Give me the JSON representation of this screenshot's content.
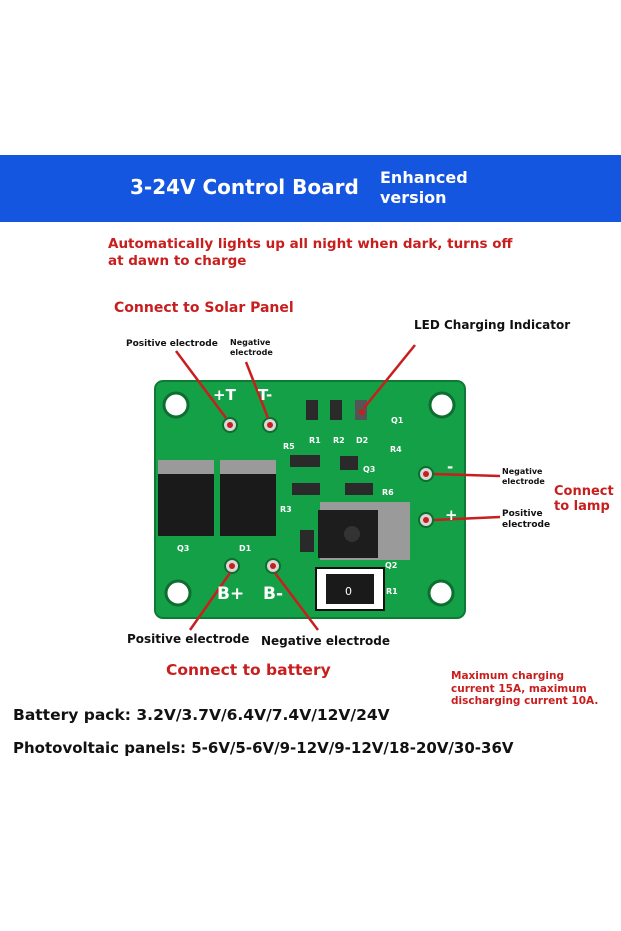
{
  "banner": {
    "title": "3-24V Control Board",
    "subtitle_line1": "Enhanced",
    "subtitle_line2": "version",
    "color": "#1556e0"
  },
  "description": "Automatically lights up all night when dark, turns off at dawn to charge",
  "solar": {
    "label": "Connect to Solar Panel",
    "positive": "Positive electrode",
    "negative_line1": "Negative",
    "negative_line2": "electrode"
  },
  "led_indicator": "LED Charging Indicator",
  "lamp": {
    "label_line1": "Connect",
    "label_line2": "to lamp",
    "negative_line1": "Negative",
    "negative_line2": "electrode",
    "positive_line1": "Positive",
    "positive_line2": "electrode"
  },
  "battery": {
    "positive": "Positive electrode",
    "negative": "Negative electrode",
    "label": "Connect to battery"
  },
  "max_current": {
    "line1": "Maximum charging",
    "line2": "current 15A, maximum",
    "line3": "discharging current 10A."
  },
  "specs": {
    "battery_pack": "Battery pack: 3.2V/3.7V/6.4V/7.4V/12V/24V",
    "photovoltaic": "Photovoltaic panels: 5-6V/5-6V/9-12V/9-12V/18-20V/30-36V"
  },
  "board": {
    "silk_plus_top": "+T",
    "silk_minus_top": "T-",
    "silk_bplus": "B+",
    "silk_bminus": "B-",
    "silk_minus_right": "-",
    "silk_plus_right": "+",
    "refs": [
      "R1",
      "R2",
      "D2",
      "Q1",
      "R5",
      "R4",
      "R3",
      "R6",
      "Q3",
      "Q3",
      "D1",
      "Q2",
      "R1"
    ],
    "inductor_text": "0",
    "board_color": "#14a046",
    "marker_color": "#c81e1e"
  }
}
